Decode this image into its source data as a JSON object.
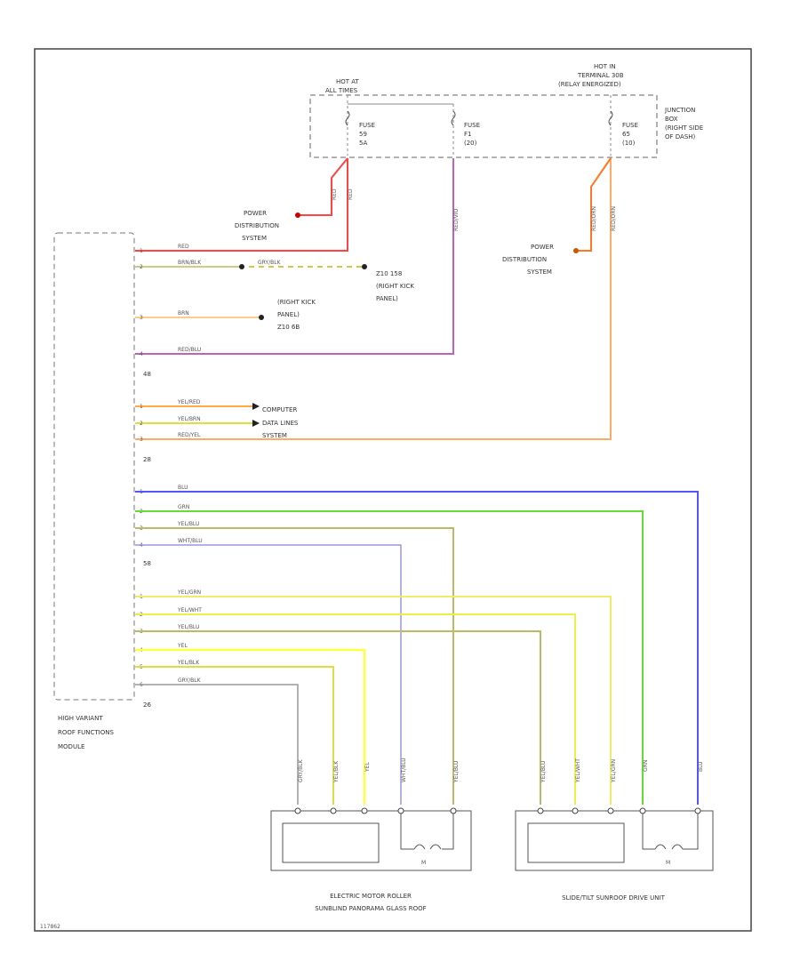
{
  "power": {
    "hot_at_all_times": [
      "HOT AT",
      "ALL TIMES"
    ],
    "hot_in_terminal": [
      "HOT IN",
      "TERMINAL 30B",
      "(RELAY ENERGIZED)"
    ],
    "junction_box": [
      "JUNCTION",
      "BOX",
      "(RIGHT SIDE",
      "OF DASH)"
    ],
    "fuses": [
      {
        "lines": [
          "FUSE",
          "59",
          "5A"
        ],
        "wire": "RED"
      },
      {
        "lines": [
          "FUSE",
          "F1",
          "(20)"
        ],
        "wire": "RED/VIO"
      },
      {
        "lines": [
          "FUSE",
          "65",
          "(10)"
        ],
        "wire": "RED/ORN"
      }
    ],
    "pds_left": [
      "POWER",
      "DISTRIBUTION",
      "SYSTEM"
    ],
    "pds_right": [
      "POWER",
      "DISTRIBUTION",
      "SYSTEM"
    ]
  },
  "module": {
    "name": [
      "HIGH VARIANT",
      "ROOF FUNCTIONS",
      "MODULE"
    ],
    "connectors": [
      "48",
      "28",
      "58",
      "26"
    ],
    "pins": [
      {
        "pin": "1",
        "wire": "RED"
      },
      {
        "pin": "2",
        "wire": "BRN/BLK"
      },
      {
        "pin": "3",
        "wire": "BRN"
      },
      {
        "pin": "4",
        "wire": "RED/BLU"
      },
      {
        "pin": "1",
        "wire": "YEL/RED"
      },
      {
        "pin": "2",
        "wire": "YEL/BRN"
      },
      {
        "pin": "3",
        "wire": "RED/YEL"
      },
      {
        "pin": "1",
        "wire": "BLU"
      },
      {
        "pin": "2",
        "wire": "GRN"
      },
      {
        "pin": "3",
        "wire": "YEL/BLU"
      },
      {
        "pin": "4",
        "wire": "WHT/BLU"
      },
      {
        "pin": "1",
        "wire": "YEL/GRN"
      },
      {
        "pin": "2",
        "wire": "YEL/WHT"
      },
      {
        "pin": "3",
        "wire": "YEL/BLU"
      },
      {
        "pin": "4",
        "wire": "YEL"
      },
      {
        "pin": "5",
        "wire": "YEL/BLK"
      },
      {
        "pin": "6",
        "wire": "GRY/BLK"
      }
    ]
  },
  "grounds": {
    "brn_blk_continuation": "GRY/BLK",
    "right_kick_panel_z10b": [
      "Z10 158",
      "(RIGHT KICK",
      "PANEL)"
    ],
    "right_kick_panel_z10": [
      "(RIGHT KICK",
      "PANEL)",
      "Z10 6B"
    ]
  },
  "data_lines": [
    "COMPUTER",
    "DATA LINES",
    "SYSTEM"
  ],
  "components": {
    "roller": {
      "name": [
        "ELECTRIC MOTOR ROLLER",
        "SUNBLIND PANORAMA GLASS ROOF"
      ],
      "wires": [
        "GRY/BLK",
        "YEL/BLK",
        "YEL",
        "WHT/BLU",
        "YEL/BLU"
      ],
      "motor": "M"
    },
    "sunroof": {
      "name": [
        "SLIDE/TILT SUNROOF DRIVE UNIT"
      ],
      "wires": [
        "YEL/BLU",
        "YEL/WHT",
        "YEL/GRN",
        "GRN",
        "BLU"
      ],
      "motor": "M"
    }
  },
  "footer": "117862",
  "colors": {
    "red": "#ff4444",
    "violet": "#c060c0",
    "orange": "#ffaa66",
    "blue": "#5555ff",
    "green": "#66dd33",
    "yellow": "#ffff44",
    "olive": "#bbbb66",
    "gray": "#999999"
  }
}
